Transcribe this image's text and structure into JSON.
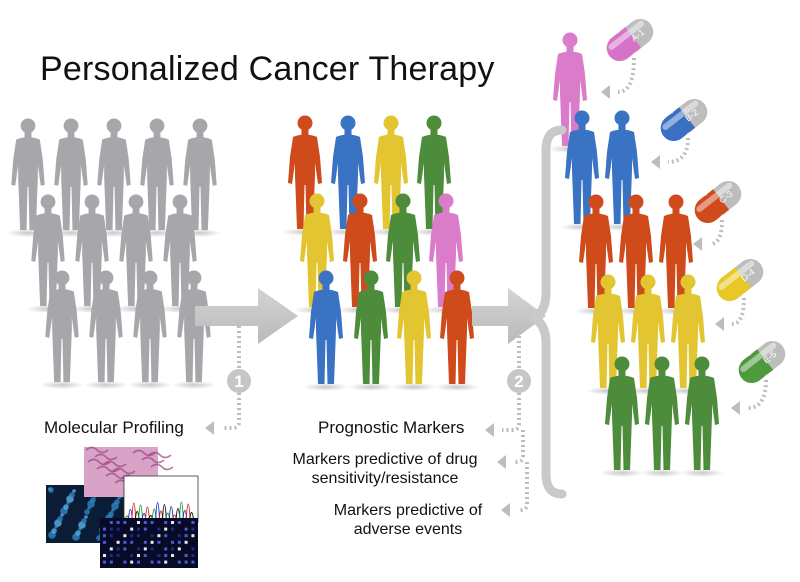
{
  "title": "Personalized Cancer Therapy",
  "steps": [
    {
      "number": "1",
      "label": "Molecular Profiling"
    },
    {
      "number": "2",
      "labels": [
        "Prognostic Markers",
        "Markers predictive of drug sensitivity/resistance",
        "Markers predictive of adverse events"
      ]
    }
  ],
  "drugs": [
    "A-1",
    "B-2",
    "C-3",
    "D-4",
    "E-5"
  ],
  "colors": {
    "gray": "#a7a7ab",
    "orange": "#cf4b1c",
    "blue": "#3a72c4",
    "yellow": "#e3c531",
    "green": "#4c8c3b",
    "pink": "#da7cc9",
    "arrow": "#c7c7c7"
  },
  "groups": {
    "population": [
      [
        "gray",
        "gray",
        "gray",
        "gray",
        "gray"
      ],
      [
        "gray",
        "gray",
        "gray",
        "gray"
      ],
      [
        "gray",
        "gray",
        "gray",
        "gray"
      ]
    ],
    "profiled": [
      [
        "orange",
        "blue",
        "yellow",
        "green"
      ],
      [
        "yellow",
        "orange",
        "green",
        "pink"
      ],
      [
        "blue",
        "green",
        "yellow",
        "orange"
      ]
    ],
    "treatment": [
      {
        "color": "pink",
        "count": 1,
        "drug_color": "#d772c6"
      },
      {
        "color": "blue",
        "count": 2,
        "drug_color": "#3a6fc4"
      },
      {
        "color": "orange",
        "count": 3,
        "drug_color": "#cf4b1c"
      },
      {
        "color": "yellow",
        "count": 3,
        "drug_color": "#e8c824"
      },
      {
        "color": "green",
        "count": 3,
        "drug_color": "#4f9a3c"
      }
    ]
  }
}
